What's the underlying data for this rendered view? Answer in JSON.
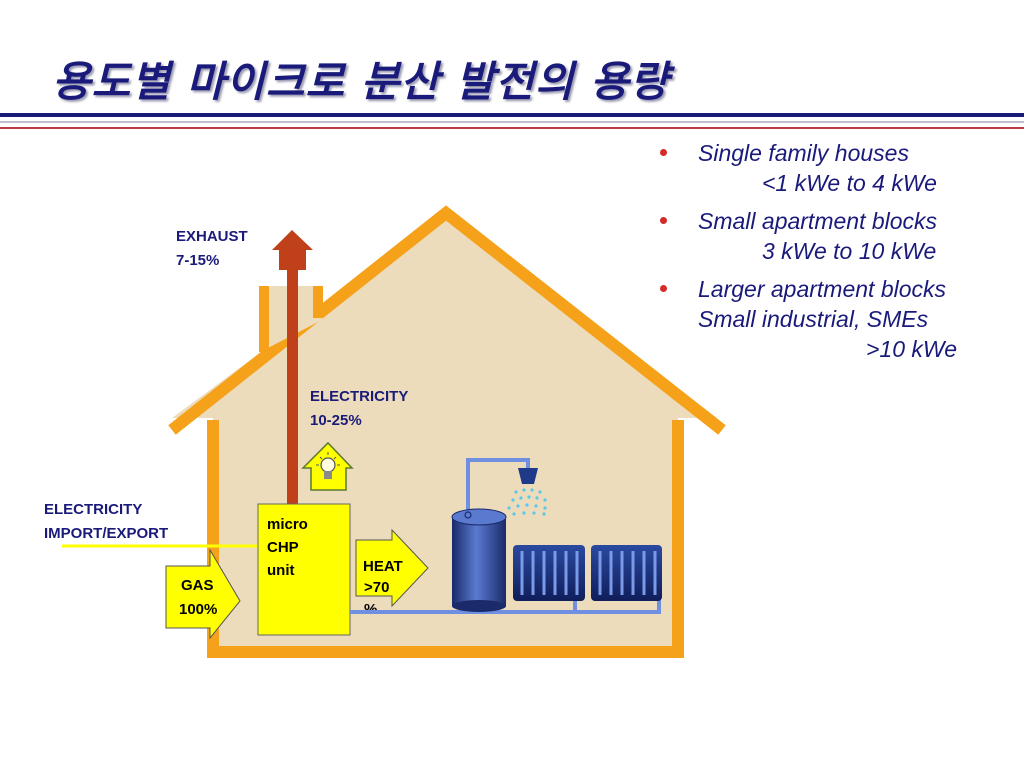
{
  "title": "용도별 마이크로 분산 발전의 용량",
  "diagram": {
    "exhaust": {
      "label": "EXHAUST",
      "value": "7-15%"
    },
    "electricity": {
      "label": "ELECTRICITY",
      "value": "10-25%"
    },
    "grid": {
      "line1": "ELECTRICITY",
      "line2": "IMPORT/EXPORT"
    },
    "chp": {
      "line1": "micro",
      "line2": "CHP",
      "line3": "unit"
    },
    "gas": {
      "label": "GAS",
      "value": "100%"
    },
    "heat": {
      "label": "HEAT",
      "value": ">70",
      "unit": "%"
    }
  },
  "bullets": [
    {
      "line1": "Single family houses",
      "line2": "<1 kWe to 4 kWe"
    },
    {
      "line1": "Small apartment blocks",
      "line2": "3 kWe to 10 kWe"
    },
    {
      "line1": "Larger apartment blocks",
      "line2": "Small industrial, SMEs",
      "line3": ">10 kWe"
    }
  ],
  "colors": {
    "title": "#1a1a7a",
    "house_outline": "#f5a21a",
    "house_fill": "#ecdcbc",
    "chp_box": "#ffff00",
    "pipe": "#6f8fe0",
    "flue": "#c0401a",
    "bullet": "#d42a2a"
  }
}
